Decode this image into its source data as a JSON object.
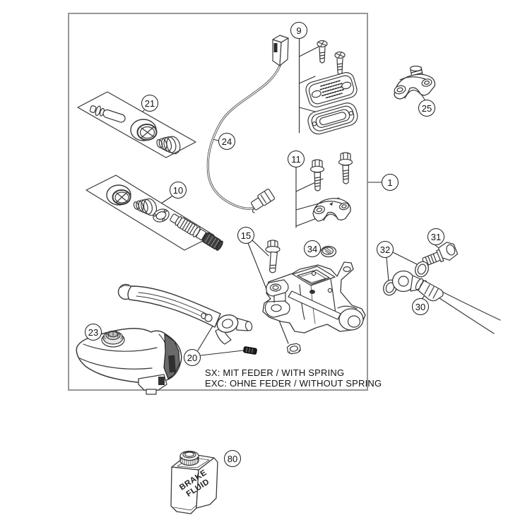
{
  "diagram": {
    "kind": "exploded parts diagram",
    "subject": "front brake control / hand brake cylinder",
    "frame_note_line1": "SX: MIT FEDER / WITH SPRING",
    "frame_note_line2": "EXC: OHNE FEDER / WITHOUT SPRING"
  },
  "callouts": [
    {
      "label": "9"
    },
    {
      "label": "21"
    },
    {
      "label": "24"
    },
    {
      "label": "10"
    },
    {
      "label": "11"
    },
    {
      "label": "25"
    },
    {
      "label": "1"
    },
    {
      "label": "15"
    },
    {
      "label": "34"
    },
    {
      "label": "31"
    },
    {
      "label": "32"
    },
    {
      "label": "30"
    },
    {
      "label": "23"
    },
    {
      "label": "20"
    },
    {
      "label": "80"
    }
  ],
  "bottle": {
    "label_line1": "BRAKE",
    "label_line2": "FLUID"
  },
  "colors": {
    "line": "#3a3a3a",
    "frame_border": "#979797",
    "background": "#ffffff",
    "callout_border": "#1c1c1c",
    "dark_fill": "#2f2f2f"
  }
}
